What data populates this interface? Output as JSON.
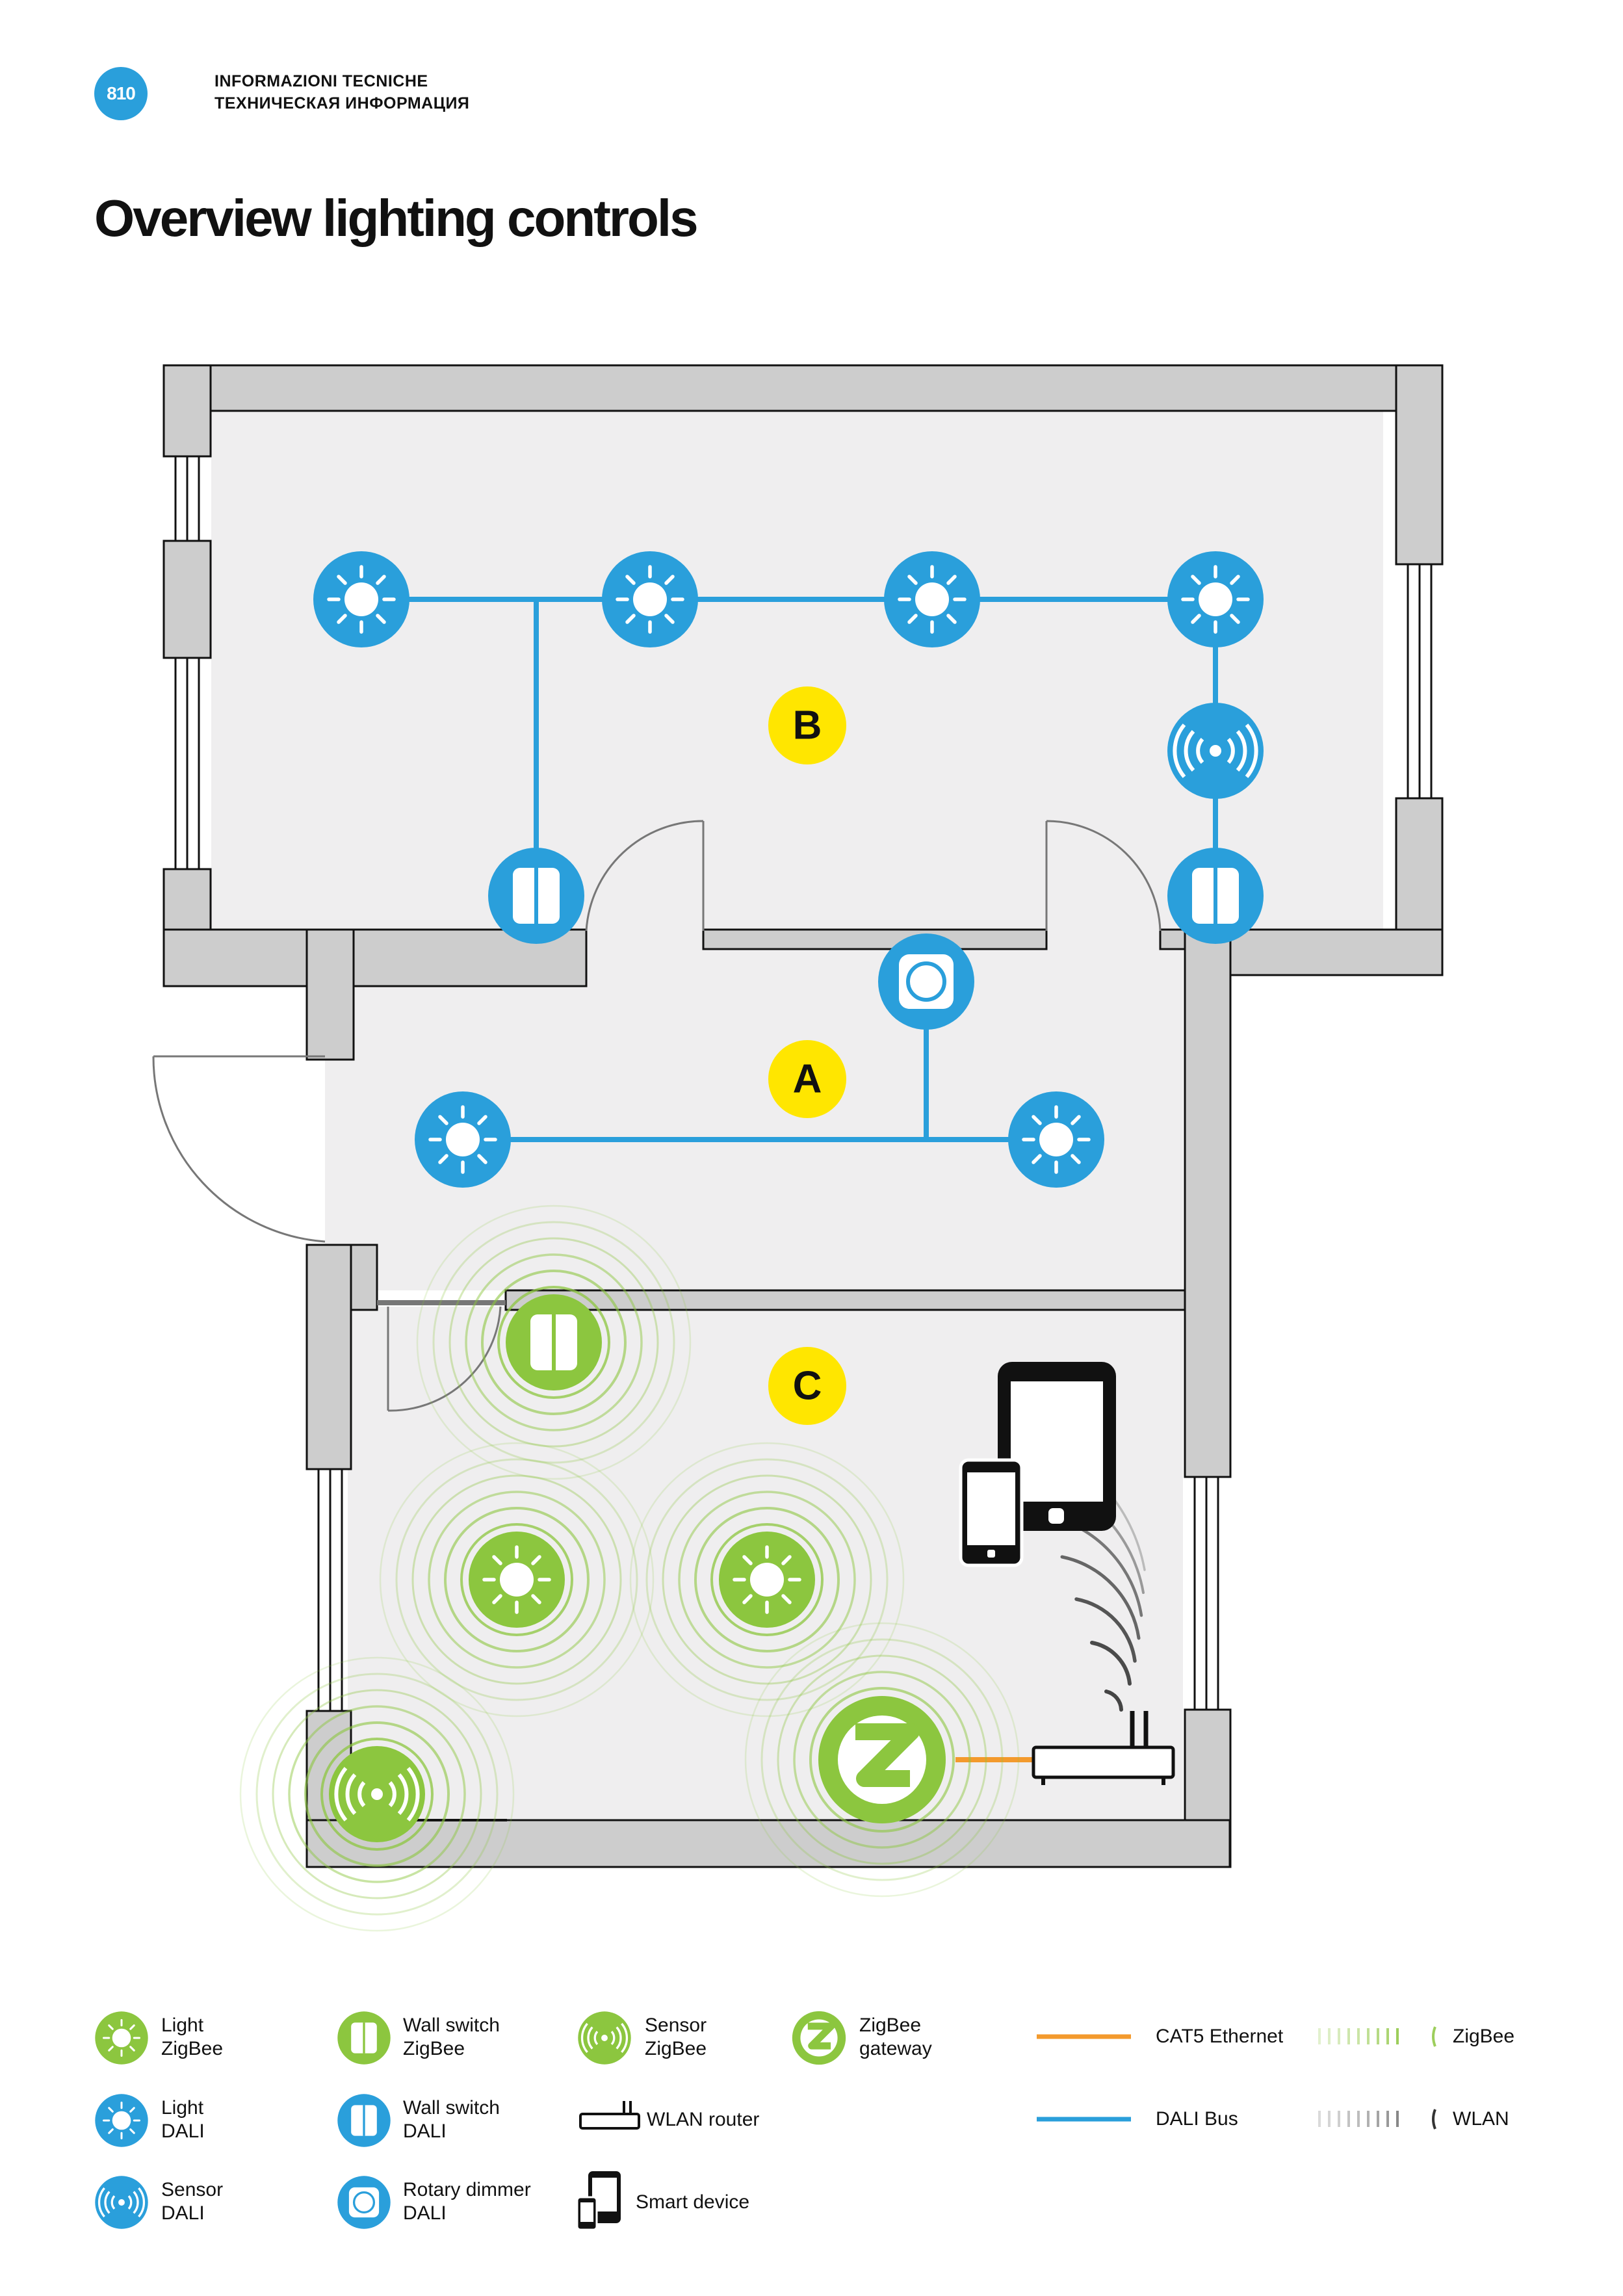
{
  "header": {
    "page_number": "810",
    "line1": "INFORMAZIONI TECNICHE",
    "line2": "ТЕХНИЧЕСКАЯ ИНФОРМАЦИЯ"
  },
  "title": "Overview lighting controls",
  "rooms": {
    "a": "A",
    "b": "B",
    "c": "C"
  },
  "colors": {
    "dali": "#2a9fdb",
    "zigbee": "#8cc63f",
    "ethernet": "#f39a2d",
    "label_yellow": "#ffe600",
    "wall": "#cdcdcd",
    "floor": "#efeeef"
  },
  "legend": {
    "light_zigbee": [
      "Light",
      "ZigBee"
    ],
    "light_dali": [
      "Light",
      "DALI"
    ],
    "sensor_dali": [
      "Sensor",
      "DALI"
    ],
    "wall_switch_zigbee": [
      "Wall switch",
      "ZigBee"
    ],
    "wall_switch_dali": [
      "Wall switch",
      "DALI"
    ],
    "rotary_dimmer_dali": [
      "Rotary dimmer",
      "DALI"
    ],
    "sensor_zigbee": [
      "Sensor",
      "ZigBee"
    ],
    "wlan_router": "WLAN router",
    "smart_device": "Smart device",
    "zigbee_gateway": [
      "ZigBee",
      "gateway"
    ],
    "cat5": "CAT5 Ethernet",
    "dali_bus": "DALI Bus",
    "zigbee": "ZigBee",
    "wlan": "WLAN"
  }
}
